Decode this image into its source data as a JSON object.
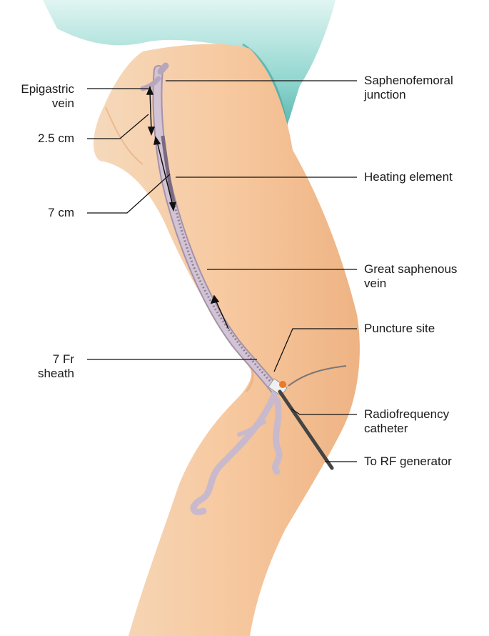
{
  "labels": {
    "left": {
      "epigastric_vein": [
        "Epigastric",
        "vein"
      ],
      "distance_2_5": "2.5 cm",
      "distance_7": "7 cm",
      "sheath": [
        "7 Fr",
        "sheath"
      ]
    },
    "right": {
      "saphenofemoral": [
        "Saphenofemoral",
        "junction"
      ],
      "heating_element": "Heating element",
      "great_saphenous": [
        "Great saphenous",
        "vein"
      ],
      "puncture_site": "Puncture site",
      "radiofrequency_catheter": [
        "Radiofrequency",
        "catheter"
      ],
      "rf_generator": "To RF generator"
    }
  },
  "colors": {
    "skin": "#f7c9a0",
    "skin_shadow": "#eab487",
    "drape": "#7fd0c8",
    "drape_dark": "#4fb3ab",
    "vein": "#c9b9cc",
    "vein_edge": "#a592a8",
    "catheter": "#555555",
    "leader": "#111111",
    "marker": "#e87a2a"
  }
}
